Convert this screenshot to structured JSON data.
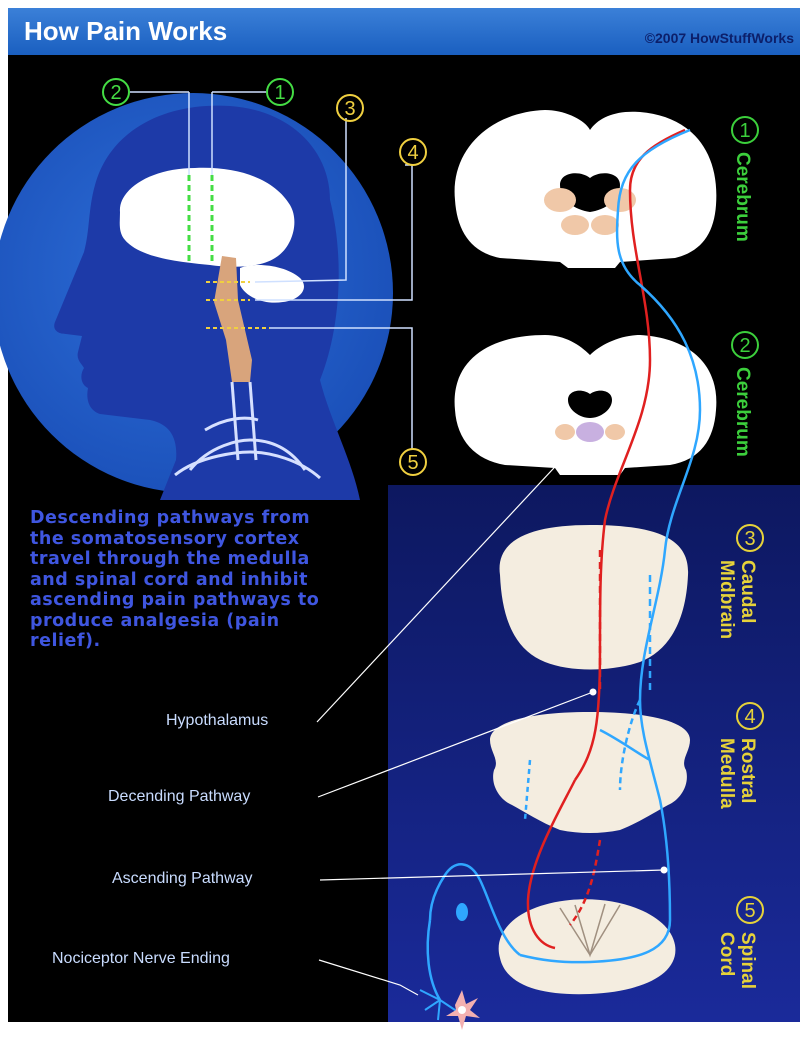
{
  "header": {
    "title": "How Pain Works",
    "copyright": "©2007 HowStuffWorks"
  },
  "description": "Descending pathways from the somatosensory cortex travel through the medulla and spinal cord and inhibit ascending pain pathways to produce analgesia (pain relief).",
  "callouts": {
    "hypothalamus": "Hypothalamus",
    "descending": "Decending Pathway",
    "ascending": "Ascending Pathway",
    "nociceptor": "Nociceptor Nerve Ending"
  },
  "head_markers": [
    "2",
    "1",
    "3",
    "4",
    "5"
  ],
  "sections": [
    {
      "number": "1",
      "label": "Cerebrum",
      "color": "#3ccf3c"
    },
    {
      "number": "2",
      "label": "Cerebrum",
      "color": "#3ccf3c"
    },
    {
      "number": "3",
      "label_line1": "Caudal",
      "label_line2": "Midbrain",
      "color": "#e6d23a"
    },
    {
      "number": "4",
      "label_line1": "Rostral",
      "label_line2": "Medulla",
      "color": "#e6d23a"
    },
    {
      "number": "5",
      "label_line1": "Spinal",
      "label_line2": "Cord",
      "color": "#e6d23a"
    }
  ],
  "colors": {
    "descending": "#e02020",
    "ascending": "#2fa7ff",
    "tissue": "#f4ede0",
    "background": "#000000",
    "header": "#2a6fd0"
  }
}
